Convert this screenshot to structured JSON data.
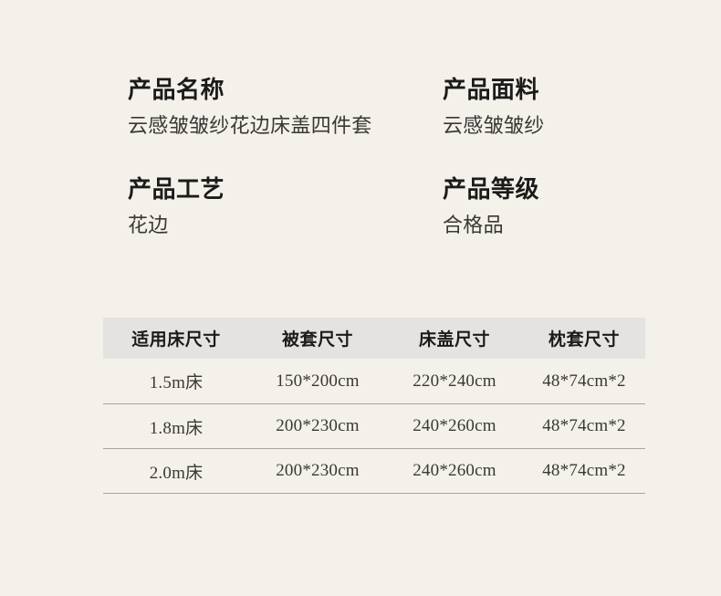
{
  "specs": [
    [
      {
        "label": "产品名称",
        "value": "云感皱皱纱花边床盖四件套"
      },
      {
        "label": "产品面料",
        "value": "云感皱皱纱"
      }
    ],
    [
      {
        "label": "产品工艺",
        "value": "花边"
      },
      {
        "label": "产品等级",
        "value": "合格品"
      }
    ]
  ],
  "table": {
    "headers": [
      "适用床尺寸",
      "被套尺寸",
      "床盖尺寸",
      "枕套尺寸"
    ],
    "rows": [
      [
        "1.5m床",
        "150*200cm",
        "220*240cm",
        "48*74cm*2"
      ],
      [
        "1.8m床",
        "200*230cm",
        "240*260cm",
        "48*74cm*2"
      ],
      [
        "2.0m床",
        "200*230cm",
        "240*260cm",
        "48*74cm*2"
      ]
    ]
  },
  "colors": {
    "page_background": "#f4f1eb",
    "table_header_background": "#e4e3e1",
    "rule": "#a9a49d",
    "heading_text": "#1d1b19",
    "body_text": "#3a3835"
  }
}
